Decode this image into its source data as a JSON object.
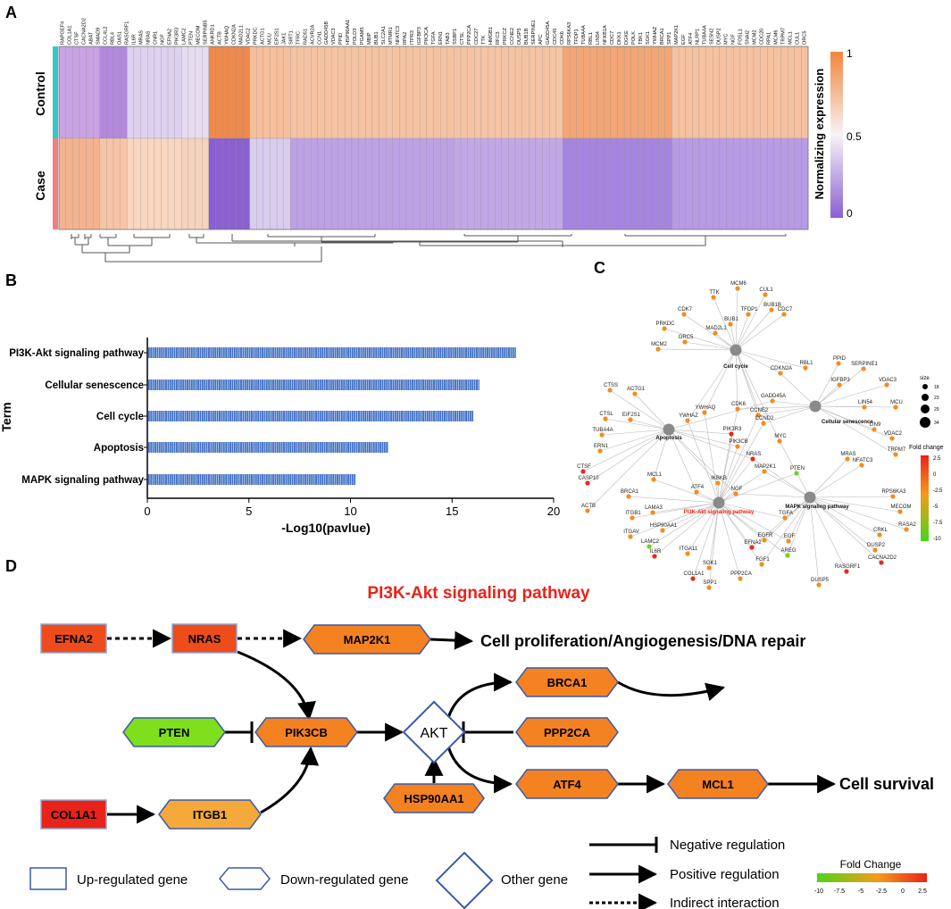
{
  "panels": {
    "a": "A",
    "b": "B",
    "c": "C",
    "d": "D"
  },
  "heatmap": {
    "rows": [
      "Control",
      "Case"
    ],
    "genes": [
      "RAPGEF4",
      "COL1A1",
      "CTSF",
      "CACNA2D2",
      "ABAT",
      "SMAD9",
      "CCL4L2",
      "RBL4",
      "OAS1",
      "RASGRF1",
      "IL6R",
      "MRAS",
      "NRAS",
      "CNR1",
      "NGF",
      "EFNA2",
      "PIK3R3",
      "LAMC2",
      "PTEN",
      "MECOM",
      "SERPINB5",
      "ANKRD1",
      "ACTB",
      "YWHAQ",
      "CDKN2A",
      "MAD2L1",
      "VDAC2",
      "PRKDC",
      "ACTG1",
      "MCU",
      "EIF2S1",
      "JAK1",
      "SIRT1",
      "TFRC",
      "RAD51",
      "ACVR2A",
      "CCN1",
      "GADD45B",
      "VDAC3",
      "PPID",
      "HSP90AA1",
      "POLD3",
      "PGAM5",
      "MBIP",
      "BUB1",
      "SLC2A1",
      "MTMR1",
      "NFATC3",
      "RPA2",
      "ITPR3",
      "IGFBP3",
      "PIK3CA",
      "TGFA",
      "ERN1",
      "TAB3",
      "SSBP1",
      "CTSL",
      "PPP2CA",
      "CDC27",
      "TTK",
      "HMGB1",
      "RFC3",
      "PRKCZ",
      "CCNE2",
      "DUSP5",
      "BUB1B",
      "SERPINE1",
      "APC",
      "GADD45A",
      "CDC45",
      "CDK6",
      "RPS6KA3",
      "TFDP1",
      "TUBA4A",
      "RBL1",
      "LIN54",
      "NFKB1A",
      "CDC7",
      "DKK1",
      "DGKE",
      "POLK",
      "TBK1",
      "SGK1",
      "YWHAZ",
      "BRCA1",
      "SPP1",
      "MAP2K1",
      "EGF",
      "ATF4",
      "NLRP1",
      "TUBA4A",
      "SESN2",
      "DUSP2",
      "MYC",
      "NGF",
      "FOSL1",
      "SNAI2",
      "MCM2",
      "CDC20",
      "RPA1",
      "MCM6",
      "TRPM7",
      "MCL1",
      "CUL1",
      "ORC5"
    ],
    "group_colors": {
      "Control": "#33c9c9",
      "Case": "#f08080"
    },
    "col_groups": [
      {
        "n": 6,
        "control": "#c9a3e4",
        "case": "#f4b28e"
      },
      {
        "n": 4,
        "control": "#b289dd",
        "case": "#f7c4a6"
      },
      {
        "n": 8,
        "control": "#ddd1ef",
        "case": "#f9d6c0"
      },
      {
        "n": 4,
        "control": "#e7ddf2",
        "case": "#f5d3bd"
      },
      {
        "n": 6,
        "control": "#f08a4c",
        "case": "#8a5fd2"
      },
      {
        "n": 6,
        "control": "#f7be9b",
        "case": "#d9cdee"
      },
      {
        "n": 24,
        "control": "#f6c3a2",
        "case": "#bca2e4"
      },
      {
        "n": 16,
        "control": "#f6c4a4",
        "case": "#c0a8e6"
      },
      {
        "n": 16,
        "control": "#f2a676",
        "case": "#a585df"
      },
      {
        "n": 20,
        "control": "#f6c1a0",
        "case": "#b79be4"
      }
    ],
    "legend_title": "Normalizing expression",
    "legend_ticks": [
      "1",
      "0.5",
      "0"
    ],
    "legend_colors": {
      "high": "#f3843d",
      "mid": "#f7f3f7",
      "low": "#8a5fd2"
    }
  },
  "barchart": {
    "chart_data": {
      "type": "bar",
      "categories": [
        "PI3K-Akt signaling pathway",
        "Cellular senescence",
        "Cell cycle",
        "Apoptosis",
        "MAPK signaling pathway"
      ],
      "values": [
        18.1,
        16.3,
        16.0,
        11.8,
        10.2
      ],
      "xlabel": "-Log10(pavlue)",
      "ylabel": "Term",
      "xlim": [
        0,
        20
      ],
      "xticks": [
        "0",
        "5",
        "10",
        "15",
        "20"
      ],
      "orientation": "horizontal",
      "bar_color": "#4472c4"
    }
  },
  "network": {
    "hubs": [
      {
        "id": "Cell cycle",
        "label": "Cell cycle"
      },
      {
        "id": "Cellular senescence",
        "label": "Cellular senescence"
      },
      {
        "id": "Apoptosis",
        "label": "Apoptosis"
      },
      {
        "id": "PI3K-Akt signaling pathway",
        "label": "PI3K-Akt signaling pathway",
        "highlight": true
      },
      {
        "id": "MAPK signaling pathway",
        "label": "MAPK signaling pathway"
      }
    ],
    "genes": [
      {
        "label": "TTK",
        "fc": 1,
        "hubs": [
          "Cell cycle"
        ]
      },
      {
        "label": "MCM6",
        "fc": 1,
        "hubs": [
          "Cell cycle"
        ]
      },
      {
        "label": "CUL1",
        "fc": 1,
        "hubs": [
          "Cell cycle"
        ]
      },
      {
        "label": "BUB1B",
        "fc": 1,
        "hubs": [
          "Cell cycle"
        ]
      },
      {
        "label": "CDK7",
        "fc": 1,
        "hubs": [
          "Cell cycle"
        ]
      },
      {
        "label": "TFDP1",
        "fc": 1,
        "hubs": [
          "Cell cycle"
        ]
      },
      {
        "label": "CDC7",
        "fc": 1,
        "hubs": [
          "Cell cycle"
        ]
      },
      {
        "label": "PRKDC",
        "fc": 1,
        "hubs": [
          "Cell cycle"
        ]
      },
      {
        "label": "BUB1",
        "fc": 1,
        "hubs": [
          "Cell cycle"
        ]
      },
      {
        "label": "MAD2L1",
        "fc": 1,
        "hubs": [
          "Cell cycle"
        ]
      },
      {
        "label": "ORC5",
        "fc": 1,
        "hubs": [
          "Cell cycle"
        ]
      },
      {
        "label": "MCM2",
        "fc": 1,
        "hubs": [
          "Cell cycle"
        ]
      },
      {
        "label": "RBL1",
        "fc": 1,
        "hubs": [
          "Cell cycle"
        ]
      },
      {
        "label": "CDKN2A",
        "fc": 1,
        "hubs": [
          "Cell cycle",
          "Cellular senescence"
        ]
      },
      {
        "label": "PPID",
        "fc": 1,
        "hubs": [
          "Cellular senescence"
        ]
      },
      {
        "label": "SERPINE1",
        "fc": 1,
        "hubs": [
          "Cellular senescence"
        ]
      },
      {
        "label": "IGFBP3",
        "fc": 1,
        "hubs": [
          "Cellular senescence"
        ]
      },
      {
        "label": "VDAC3",
        "fc": 1,
        "hubs": [
          "Cellular senescence"
        ]
      },
      {
        "label": "MCU",
        "fc": 1,
        "hubs": [
          "Cellular senescence"
        ]
      },
      {
        "label": "LIN54",
        "fc": 1,
        "hubs": [
          "Cellular senescence"
        ]
      },
      {
        "label": "LIN9",
        "fc": 1,
        "hubs": [
          "Cellular senescence"
        ]
      },
      {
        "label": "VDAC2",
        "fc": 1,
        "hubs": [
          "Cellular senescence"
        ]
      },
      {
        "label": "TRPM7",
        "fc": 1,
        "hubs": [
          "Cellular senescence"
        ]
      },
      {
        "label": "GADD45A",
        "fc": 1,
        "hubs": [
          "Cellular senescence",
          "Apoptosis"
        ]
      },
      {
        "label": "CDK6",
        "fc": 1,
        "hubs": [
          "Cell cycle",
          "Cellular senescence",
          "PI3K-Akt signaling pathway"
        ]
      },
      {
        "label": "CCNE2",
        "fc": 1,
        "hubs": [
          "Cell cycle",
          "Cellular senescence",
          "PI3K-Akt signaling pathway"
        ]
      },
      {
        "label": "CCND2",
        "fc": 1,
        "hubs": [
          "Cell cycle",
          "Cellular senescence",
          "PI3K-Akt signaling pathway"
        ]
      },
      {
        "label": "YWHAQ",
        "fc": 1,
        "hubs": [
          "Cell cycle",
          "PI3K-Akt signaling pathway"
        ]
      },
      {
        "label": "YWHAZ",
        "fc": 1,
        "hubs": [
          "Cell cycle",
          "PI3K-Akt signaling pathway"
        ]
      },
      {
        "label": "MYC",
        "fc": 1,
        "hubs": [
          "Cell cycle",
          "MAPK signaling pathway"
        ]
      },
      {
        "label": "CTSS",
        "fc": 1,
        "hubs": [
          "Apoptosis"
        ]
      },
      {
        "label": "ACTG1",
        "fc": 1,
        "hubs": [
          "Apoptosis"
        ]
      },
      {
        "label": "CTSL",
        "fc": 1,
        "hubs": [
          "Apoptosis"
        ]
      },
      {
        "label": "EIF2S1",
        "fc": 1,
        "hubs": [
          "Apoptosis"
        ]
      },
      {
        "label": "TUBA4A",
        "fc": 1,
        "hubs": [
          "Apoptosis"
        ]
      },
      {
        "label": "ERN1",
        "fc": 1,
        "hubs": [
          "Apoptosis"
        ]
      },
      {
        "label": "CTSF",
        "fc": 2.5,
        "hubs": [
          "Apoptosis"
        ]
      },
      {
        "label": "CASP10",
        "fc": 2.5,
        "hubs": [
          "Apoptosis"
        ]
      },
      {
        "label": "ACTB",
        "fc": 1,
        "hubs": [
          "Apoptosis"
        ]
      },
      {
        "label": "PIK3R3",
        "fc": 2.5,
        "hubs": [
          "Apoptosis",
          "PI3K-Akt signaling pathway"
        ]
      },
      {
        "label": "PIK3CB",
        "fc": 1,
        "hubs": [
          "Apoptosis",
          "PI3K-Akt signaling pathway"
        ]
      },
      {
        "label": "NRAS",
        "fc": 2.5,
        "hubs": [
          "Apoptosis",
          "PI3K-Akt signaling pathway",
          "MAPK signaling pathway"
        ]
      },
      {
        "label": "MAP2K1",
        "fc": 1,
        "hubs": [
          "PI3K-Akt signaling pathway",
          "MAPK signaling pathway"
        ]
      },
      {
        "label": "MCL1",
        "fc": 1,
        "hubs": [
          "Apoptosis",
          "PI3K-Akt signaling pathway"
        ]
      },
      {
        "label": "IKBKB",
        "fc": 1,
        "hubs": [
          "Apoptosis",
          "PI3K-Akt signaling pathway"
        ]
      },
      {
        "label": "ATF4",
        "fc": 1,
        "hubs": [
          "Apoptosis",
          "PI3K-Akt signaling pathway"
        ]
      },
      {
        "label": "NGF",
        "fc": 1,
        "hubs": [
          "Apoptosis",
          "PI3K-Akt signaling pathway",
          "MAPK signaling pathway"
        ]
      },
      {
        "label": "PTEN",
        "fc": -8,
        "hubs": [
          "PI3K-Akt signaling pathway"
        ]
      },
      {
        "label": "MRAS",
        "fc": 1,
        "hubs": [
          "MAPK signaling pathway"
        ]
      },
      {
        "label": "NFATC3",
        "fc": 1,
        "hubs": [
          "MAPK signaling pathway"
        ]
      },
      {
        "label": "RPS6KA3",
        "fc": 1,
        "hubs": [
          "MAPK signaling pathway"
        ]
      },
      {
        "label": "MECOM",
        "fc": 1,
        "hubs": [
          "MAPK signaling pathway"
        ]
      },
      {
        "label": "RASA2",
        "fc": 1,
        "hubs": [
          "MAPK signaling pathway"
        ]
      },
      {
        "label": "CRKL",
        "fc": 1,
        "hubs": [
          "MAPK signaling pathway"
        ]
      },
      {
        "label": "DUSP2",
        "fc": 1,
        "hubs": [
          "MAPK signaling pathway"
        ]
      },
      {
        "label": "CACNA2D2",
        "fc": 2.5,
        "hubs": [
          "MAPK signaling pathway"
        ]
      },
      {
        "label": "RASGRF1",
        "fc": 2.5,
        "hubs": [
          "MAPK signaling pathway"
        ]
      },
      {
        "label": "DUSP5",
        "fc": 1,
        "hubs": [
          "MAPK signaling pathway"
        ]
      },
      {
        "label": "TGFA",
        "fc": 1,
        "hubs": [
          "PI3K-Akt signaling pathway",
          "MAPK signaling pathway"
        ]
      },
      {
        "label": "EGFR",
        "fc": 1,
        "hubs": [
          "PI3K-Akt signaling pathway",
          "MAPK signaling pathway"
        ]
      },
      {
        "label": "EFNA2",
        "fc": 2.5,
        "hubs": [
          "PI3K-Akt signaling pathway",
          "MAPK signaling pathway"
        ]
      },
      {
        "label": "EGF",
        "fc": 1,
        "hubs": [
          "PI3K-Akt signaling pathway",
          "MAPK signaling pathway"
        ]
      },
      {
        "label": "AREG",
        "fc": -8,
        "hubs": [
          "PI3K-Akt signaling pathway",
          "MAPK signaling pathway"
        ]
      },
      {
        "label": "FGF1",
        "fc": 1,
        "hubs": [
          "PI3K-Akt signaling pathway",
          "MAPK signaling pathway"
        ]
      },
      {
        "label": "BRCA1",
        "fc": 1,
        "hubs": [
          "PI3K-Akt signaling pathway"
        ]
      },
      {
        "label": "LAMA3",
        "fc": 1,
        "hubs": [
          "PI3K-Akt signaling pathway"
        ]
      },
      {
        "label": "ITGB1",
        "fc": 1,
        "hubs": [
          "PI3K-Akt signaling pathway"
        ]
      },
      {
        "label": "HSP90AA1",
        "fc": 1,
        "hubs": [
          "PI3K-Akt signaling pathway"
        ]
      },
      {
        "label": "ITGAV",
        "fc": 1,
        "hubs": [
          "PI3K-Akt signaling pathway"
        ]
      },
      {
        "label": "LAMC2",
        "fc": -8,
        "hubs": [
          "PI3K-Akt signaling pathway"
        ]
      },
      {
        "label": "IL6R",
        "fc": 2.5,
        "hubs": [
          "PI3K-Akt signaling pathway"
        ]
      },
      {
        "label": "ITGA11",
        "fc": 1,
        "hubs": [
          "PI3K-Akt signaling pathway"
        ]
      },
      {
        "label": "SGK1",
        "fc": 1,
        "hubs": [
          "PI3K-Akt signaling pathway"
        ]
      },
      {
        "label": "COL1A1",
        "fc": 2.5,
        "hubs": [
          "PI3K-Akt signaling pathway"
        ]
      },
      {
        "label": "SPP1",
        "fc": 1,
        "hubs": [
          "PI3K-Akt signaling pathway"
        ]
      },
      {
        "label": "PPP2CA",
        "fc": 1,
        "hubs": [
          "PI3K-Akt signaling pathway"
        ]
      }
    ],
    "size_legend": {
      "title": "size",
      "values": [
        "18",
        "23",
        "29",
        "34"
      ]
    },
    "fold_legend": {
      "title": "Fold change",
      "ticks": [
        "2.5",
        "0",
        "-2.5",
        "-5",
        "-7.5",
        "-10"
      ]
    }
  },
  "pathway": {
    "title": "PI3K-Akt signaling pathway",
    "nodes": {
      "efna2": "EFNA2",
      "nras": "NRAS",
      "map2k1": "MAP2K1",
      "pten": "PTEN",
      "pik3cb": "PIK3CB",
      "akt": "AKT",
      "brca1": "BRCA1",
      "ppp2ca": "PPP2CA",
      "hsp90aa1": "HSP90AA1",
      "atf4": "ATF4",
      "mcl1": "MCL1",
      "col1a1": "COL1A1",
      "itgb1": "ITGB1"
    },
    "outcomes": {
      "proliferation": "Cell proliferation/Angiogenesis/DNA repair",
      "survival": "Cell survival"
    },
    "legend": {
      "up": "Up-regulated gene",
      "down": "Down-regulated gene",
      "other": "Other gene",
      "negative": "Negative regulation",
      "positive": "Positive regulation",
      "indirect": "Indirect interaction",
      "fold_title": "Fold Change",
      "fold_ticks": [
        "-10",
        "-7.5",
        "-5",
        "-2.5",
        "0",
        "2.5"
      ]
    },
    "colors": {
      "red": "#e8231a",
      "red_orange": "#ef4c1c",
      "orange": "#f58220",
      "light_orange": "#f4a93a",
      "green": "#7ee01c",
      "box_border": "#3a5aa8"
    }
  }
}
